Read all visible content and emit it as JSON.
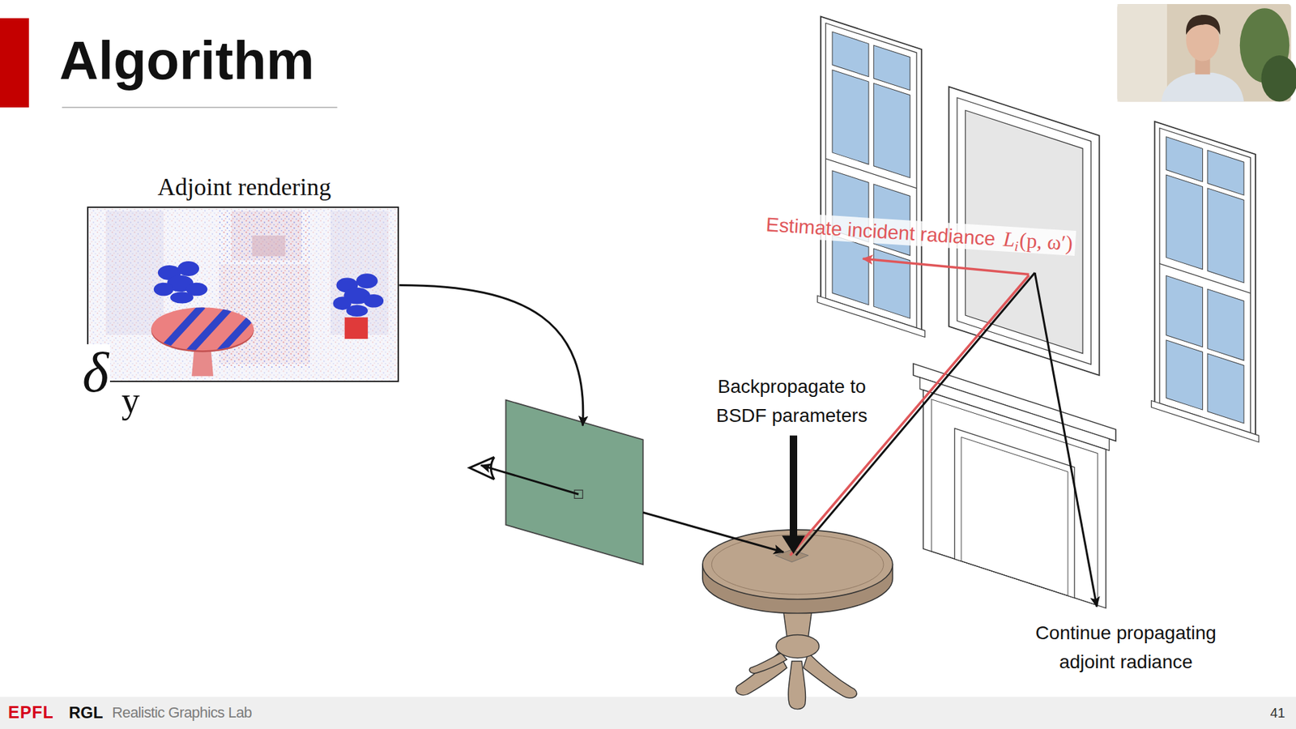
{
  "diagram": {
    "title": "Algorithm",
    "nodes": [
      {
        "text": [
          "Adjoint rendering"
        ]
      }
    ],
    "labels": [
      "δ",
      "y",
      "Backpropagate to BSDF parameters",
      "Estimate incident radiance",
      "L",
      "i",
      "(p, ω′)",
      "Continue propagating adjoint radiance",
      "EPFL",
      "RGL",
      "Realistic Graphics Lab",
      "41"
    ]
  }
}
